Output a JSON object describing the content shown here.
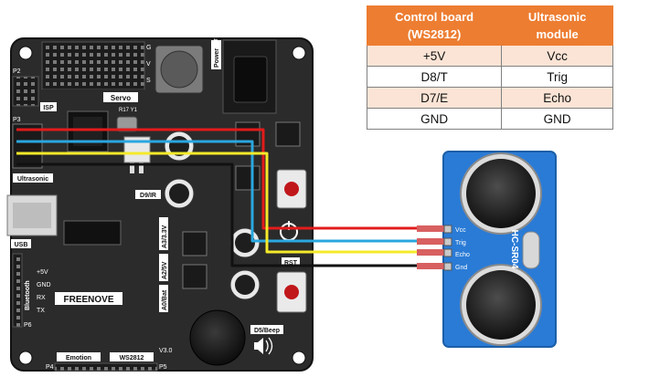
{
  "table": {
    "header": {
      "col1_line1": "Control board",
      "col1_line2": "(WS2812)",
      "col2_line1": "Ultrasonic",
      "col2_line2": "module"
    },
    "rows": [
      {
        "board": "+5V",
        "module": "Vcc"
      },
      {
        "board": "D8/T",
        "module": "Trig"
      },
      {
        "board": "D7/E",
        "module": "Echo"
      },
      {
        "board": "GND",
        "module": "GND"
      }
    ]
  },
  "board": {
    "p2": "P2",
    "isp": "ISP",
    "p3": "P3",
    "ultrasonic": "Ultrasonic",
    "usb": "USB",
    "servo": "Servo",
    "power": "Power",
    "gvs_g": "G",
    "gvs_v": "V",
    "gvs_s": "S",
    "d9ir": "D9/IR",
    "a3": "A3/3.3V",
    "a2": "A2/5V",
    "a0": "A0/Bat",
    "rst": "RST",
    "beep": "D5/Beep",
    "logo": "FREENOVE",
    "bluetooth": "Bluetooth",
    "bt_pins": [
      "+5V",
      "GND",
      "RX",
      "TX"
    ],
    "p6": "P6",
    "emotion": "Emotion",
    "ws2812": "WS2812",
    "p4": "P4",
    "p5": "P5",
    "version": "V3.0",
    "r17y1": "R17 Y1"
  },
  "sensor": {
    "model": "HC-SR04",
    "pins": [
      "Vcc",
      "Trig",
      "Echo",
      "Gnd"
    ]
  },
  "wires": {
    "vcc_color": "#e21b1b",
    "trig_color": "#2aa7df",
    "echo_color": "#f4ea2a",
    "gnd_color": "#111111"
  }
}
